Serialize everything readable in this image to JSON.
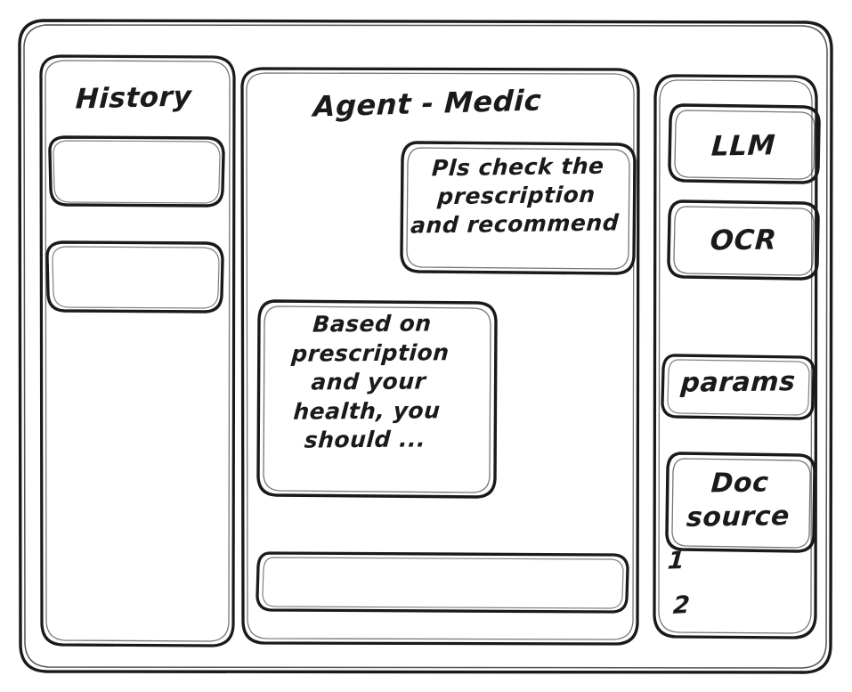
{
  "window": {
    "style": "hand-drawn-wireframe",
    "stroke_color": "#1a1a1a",
    "background_color": "#ffffff"
  },
  "sidebar": {
    "title": "History",
    "items": [
      {
        "label": ""
      },
      {
        "label": ""
      }
    ]
  },
  "main": {
    "title": "Agent - Medic",
    "messages": [
      {
        "role": "user",
        "align": "right",
        "text": "Pls check the\nprescription\nand recommend"
      },
      {
        "role": "assistant",
        "align": "left",
        "text": "Based on\nprescription\nand your\nhealth, you\nshould ..."
      }
    ],
    "composer": {
      "value": "",
      "placeholder": ""
    }
  },
  "tools_panel": {
    "buttons": [
      {
        "label": "LLM"
      },
      {
        "label": "OCR"
      },
      {
        "label": "params"
      },
      {
        "label": "Doc\nsource"
      }
    ],
    "doc_list": [
      {
        "label": "1"
      },
      {
        "label": "2"
      }
    ]
  }
}
